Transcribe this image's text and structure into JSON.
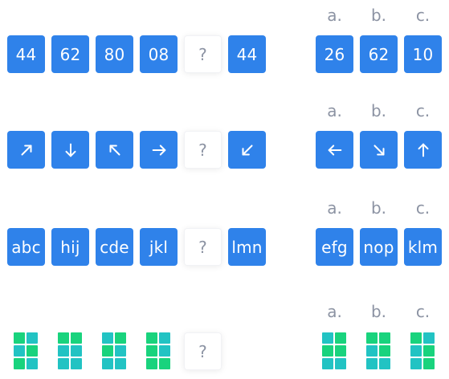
{
  "options_labels": [
    "a.",
    "b.",
    "c."
  ],
  "rows": [
    {
      "sequence": [
        "44",
        "62",
        "80",
        "08",
        "?",
        "44"
      ],
      "choices": [
        "26",
        "62",
        "10"
      ]
    },
    {
      "sequence_icons": [
        "arrow-up-right",
        "arrow-down",
        "arrow-up-left",
        "arrow-right",
        "?",
        "arrow-down-left"
      ],
      "choices_icons": [
        "arrow-left",
        "arrow-down-right",
        "arrow-up"
      ]
    },
    {
      "sequence": [
        "abc",
        "hij",
        "cde",
        "jkl",
        "?",
        "lmn"
      ],
      "choices": [
        "efg",
        "nop",
        "klm"
      ]
    },
    {
      "sequence_grids": [
        [
          "green",
          "cyan",
          "cyan",
          "green",
          "green",
          "cyan"
        ],
        [
          "green",
          "green",
          "cyan",
          "cyan",
          "cyan",
          "cyan"
        ],
        [
          "cyan",
          "green",
          "green",
          "cyan",
          "cyan",
          "cyan"
        ],
        [
          "green",
          "cyan",
          "green",
          "cyan",
          "green",
          "green"
        ]
      ],
      "choices_grids": [
        [
          "cyan",
          "green",
          "green",
          "green",
          "cyan",
          "cyan"
        ],
        [
          "green",
          "green",
          "cyan",
          "green",
          "cyan",
          "cyan"
        ],
        [
          "green",
          "cyan",
          "cyan",
          "green",
          "cyan",
          "green"
        ]
      ],
      "question_mark": "?"
    }
  ],
  "colors": {
    "tile": "#2f82ea",
    "green": "#19d37d",
    "cyan": "#22c3c3",
    "muted": "#8c93a3"
  }
}
